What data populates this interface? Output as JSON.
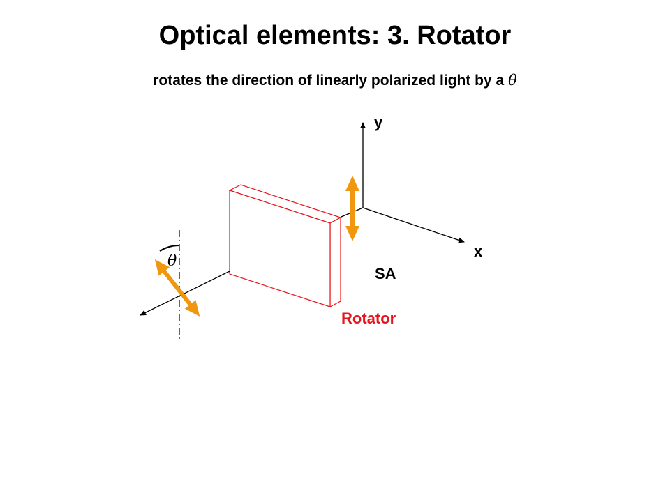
{
  "title": "Optical elements: 3. Rotator",
  "subtitle": {
    "text": "rotates the direction of linearly polarized light by a",
    "symbol": "θ"
  },
  "diagram": {
    "axis_labels": {
      "y": "y",
      "x": "x"
    },
    "element_label": "Rotator",
    "axis_tag": "SA",
    "angle_label": "θ",
    "colors": {
      "rotator": "#e8141c",
      "polarization_arrow": "#f0960f",
      "axes": "#000000"
    }
  }
}
